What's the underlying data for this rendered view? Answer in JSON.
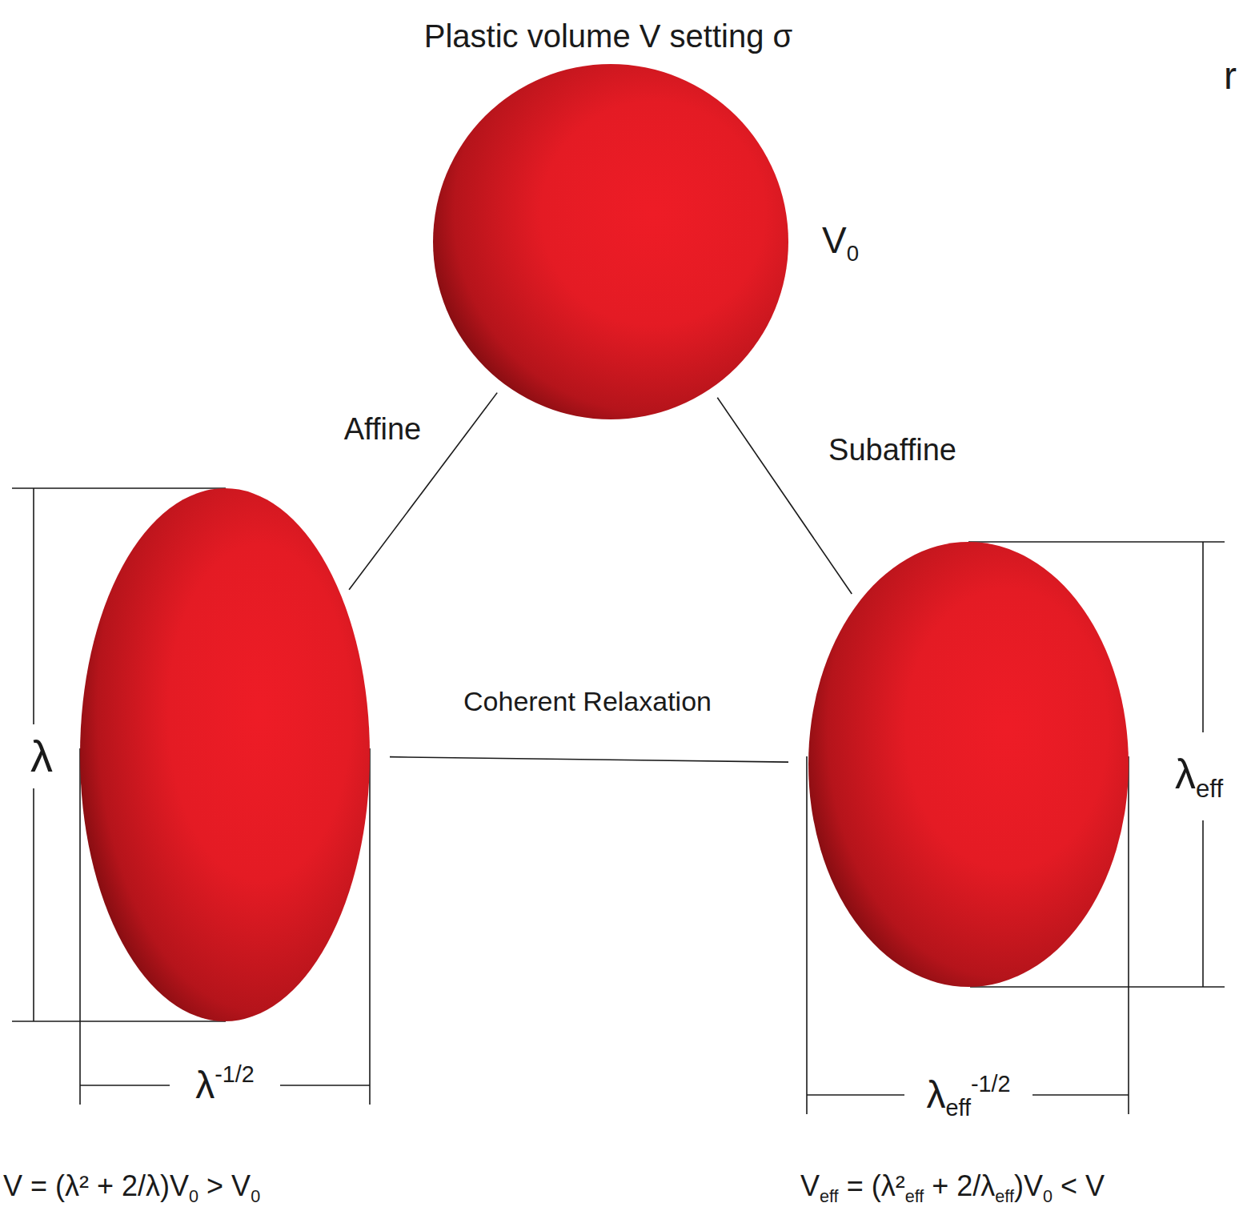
{
  "diagram": {
    "title": "Plastic volume V setting σ",
    "nodes": [
      {
        "text": [
          "V0"
        ]
      },
      {
        "text": [
          "λ",
          "λ-1/2"
        ]
      },
      {
        "text": [
          "λeff",
          "λeff-1/2"
        ]
      }
    ],
    "edges": [
      {
        "from": 0,
        "to": 1,
        "arrow": "none",
        "label": "Affine"
      },
      {
        "from": 0,
        "to": 2,
        "arrow": "none",
        "label": "Subaffine"
      },
      {
        "from": 1,
        "to": 2,
        "arrow": "none",
        "label": "Coherent Relaxation"
      }
    ],
    "labels": [
      "r",
      "V = (λ² + 2/λ)V0 > V0",
      "Veff = (λ²eff + 2/λeff)V0 < V"
    ]
  }
}
